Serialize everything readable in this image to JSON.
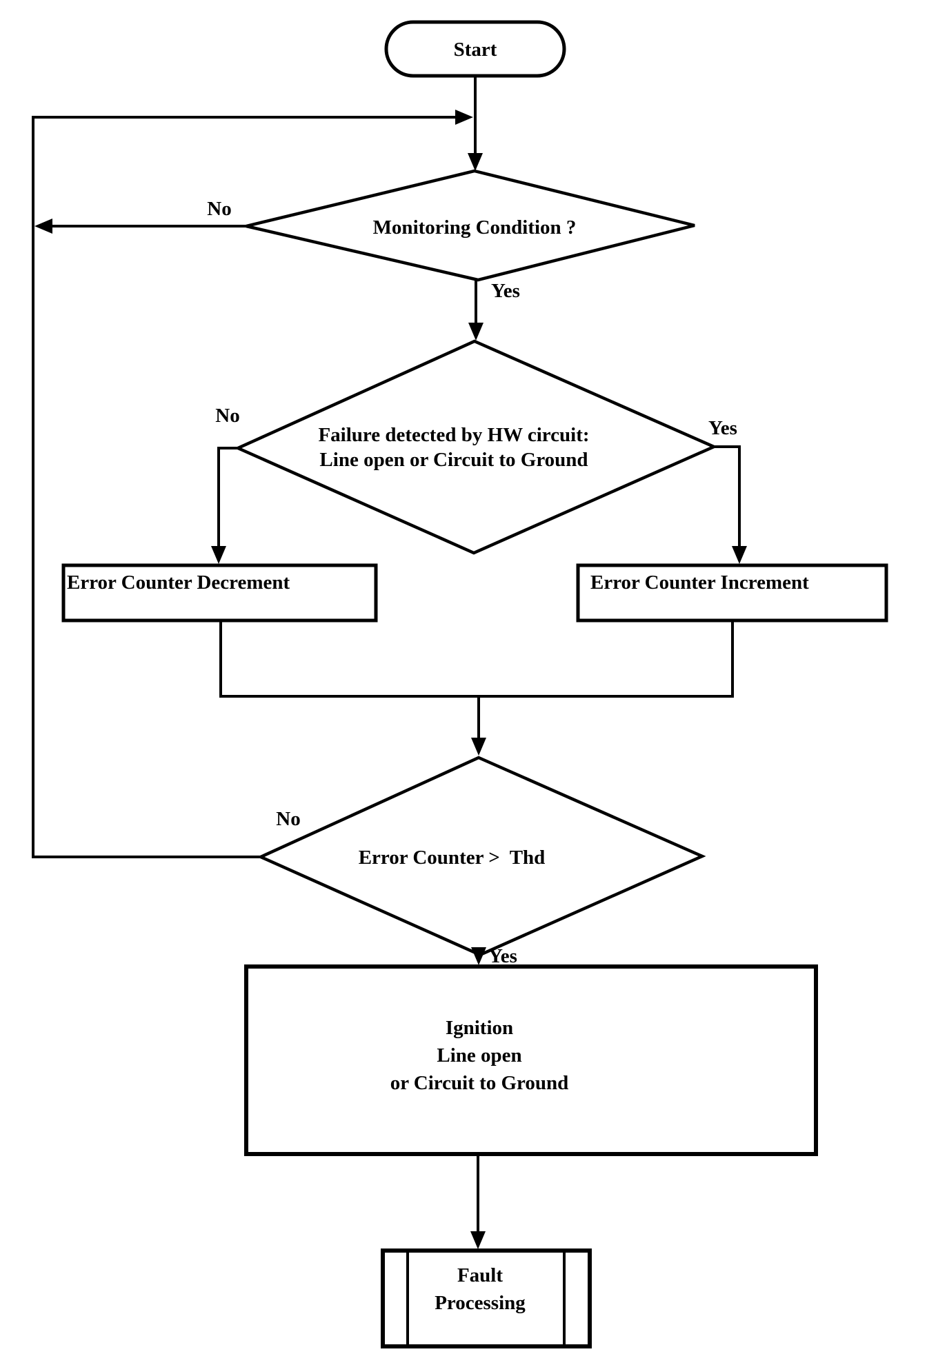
{
  "flowchart": {
    "background": "#ffffff",
    "stroke_color": "#000000",
    "nodes": {
      "start": {
        "type": "terminator",
        "label": "Start"
      },
      "monitoring": {
        "type": "decision",
        "label": "Monitoring Condition ?"
      },
      "failure": {
        "type": "decision",
        "line1": "Failure detected by HW circuit:",
        "line2": "Line open or Circuit to Ground"
      },
      "decrement": {
        "type": "process",
        "label": "Error Counter Decrement"
      },
      "increment": {
        "type": "process",
        "label": "Error Counter Increment"
      },
      "threshold": {
        "type": "decision",
        "label": "Error Counter >  Thd"
      },
      "ignition": {
        "type": "process",
        "line1": "Ignition",
        "line2": "Line open",
        "line3": "or Circuit to Ground"
      },
      "fault": {
        "type": "predefined-process",
        "line1": "Fault",
        "line2": "Processing"
      }
    },
    "labels": {
      "monitoring_no": "No",
      "monitoring_yes": "Yes",
      "failure_no": "No",
      "failure_yes": "Yes",
      "threshold_no": "No",
      "threshold_yes": "Yes"
    }
  }
}
